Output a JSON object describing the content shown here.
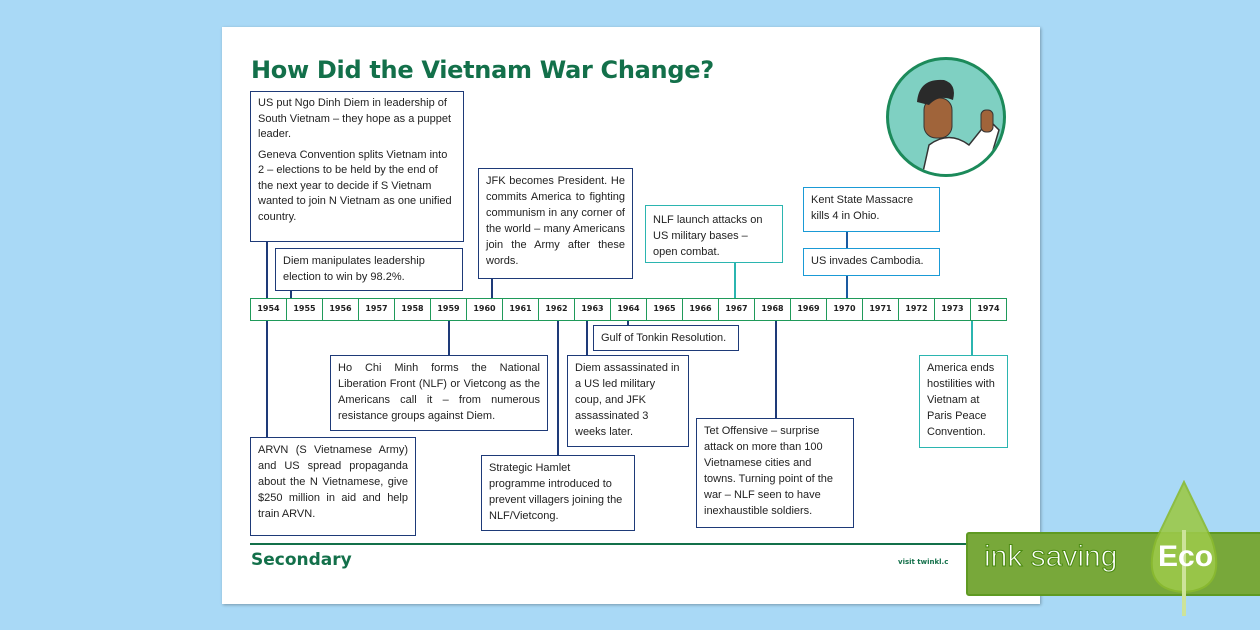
{
  "title": "How Did the Vietnam War Change?",
  "years": [
    "1954",
    "1955",
    "1956",
    "1957",
    "1958",
    "1959",
    "1960",
    "1961",
    "1962",
    "1963",
    "1964",
    "1965",
    "1966",
    "1967",
    "1968",
    "1969",
    "1970",
    "1971",
    "1972",
    "1973",
    "1974"
  ],
  "events": {
    "diem_leadership": "US put Ngo Dinh Diem in leadership of South Vietnam – they hope as a puppet leader.",
    "geneva": "Geneva Convention splits Vietnam into 2 – elections to be held by the end of the next year to decide if S Vietnam wanted to join N Vietnam as one unified country.",
    "diem_election": "Diem manipulates leadership election to win by 98.2%.",
    "jfk": "JFK becomes President. He commits America to fighting communism in any corner of the world – many Americans join the Army after these words.",
    "nlf_attacks": "NLF launch attacks on US military bases – open combat.",
    "kent_state": "Kent State Massacre kills 4 in Ohio.",
    "cambodia": "US invades Cambodia.",
    "tonkin": "Gulf of Tonkin Resolution.",
    "ho_chi_minh": "Ho Chi Minh forms the National Liberation Front (NLF) or Vietcong as the Americans call it – from numerous resistance groups against Diem.",
    "diem_assassinated": "Diem assassinated in a US led military coup, and JFK assassinated 3 weeks later.",
    "arvn": "ARVN (S Vietnamese Army) and US spread propaganda about the N Vietnamese, give $250 million in aid and help train ARVN.",
    "strategic_hamlet": "Strategic Hamlet programme introduced to prevent villagers joining the NLF/Vietcong.",
    "tet": "Tet Offensive – surprise attack on more than 100 Vietnamese cities and towns.  Turning point of the war – NLF seen to have inexhaustible soldiers.",
    "paris": "America ends hostilities with Vietnam at Paris Peace Convention."
  },
  "footer": {
    "level": "Secondary",
    "visit": "visit twinkl.c"
  },
  "eco": {
    "text": "ink saving",
    "badge": "Eco"
  },
  "colors": {
    "title": "#13704a",
    "navy_border": "#1e3a78",
    "teal_border": "#2bb5b0",
    "blue_border": "#1a9ad6",
    "eco_green": "#78a83a"
  }
}
